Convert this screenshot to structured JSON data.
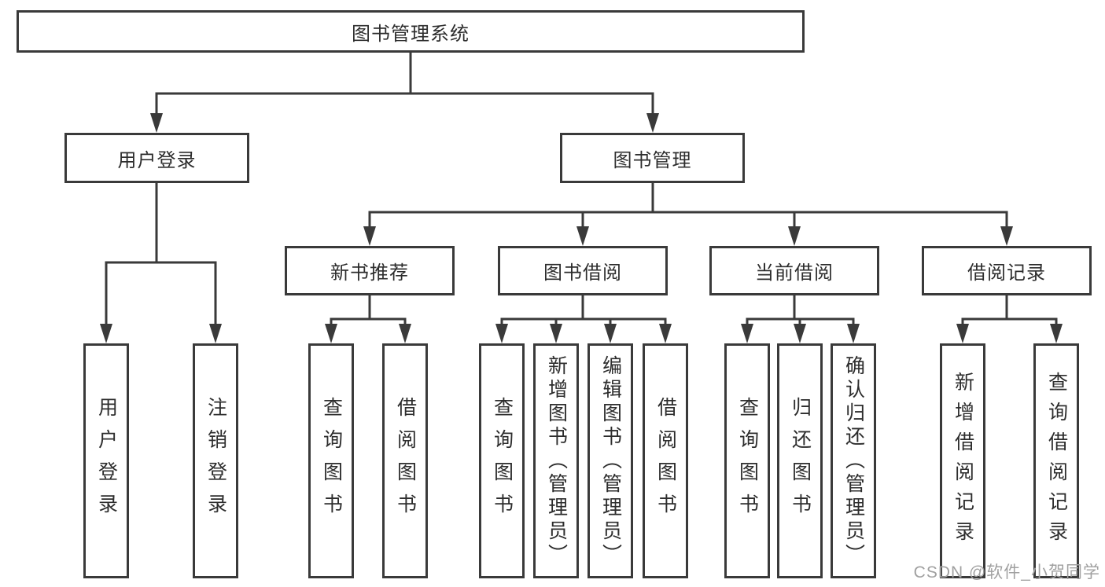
{
  "diagram": {
    "root": "图书管理系统",
    "level2": {
      "user_login": "用户登录",
      "book_mgmt": "图书管理"
    },
    "level3": {
      "new_books": "新书推荐",
      "book_borrow": "图书借阅",
      "current_borrow": "当前借阅",
      "borrow_records": "借阅记录"
    },
    "leaves": {
      "user_login": [
        "用户登录",
        "注销登录"
      ],
      "new_books": [
        "查询图书",
        "借阅图书"
      ],
      "book_borrow": [
        "查询图书",
        "新增图书（管理员）",
        "编辑图书（管理员）",
        "借阅图书"
      ],
      "current_borrow": [
        "查询图书",
        "归还图书",
        "确认归还（管理员）"
      ],
      "borrow_records": [
        "新增借阅记录",
        "查询借阅记录"
      ]
    }
  },
  "watermark": "CSDN @软件_小贺同学",
  "colors": {
    "line": "#3a3a3a",
    "text": "#2d2d2d",
    "watermark": "#a0a0a0",
    "background": "#ffffff"
  }
}
